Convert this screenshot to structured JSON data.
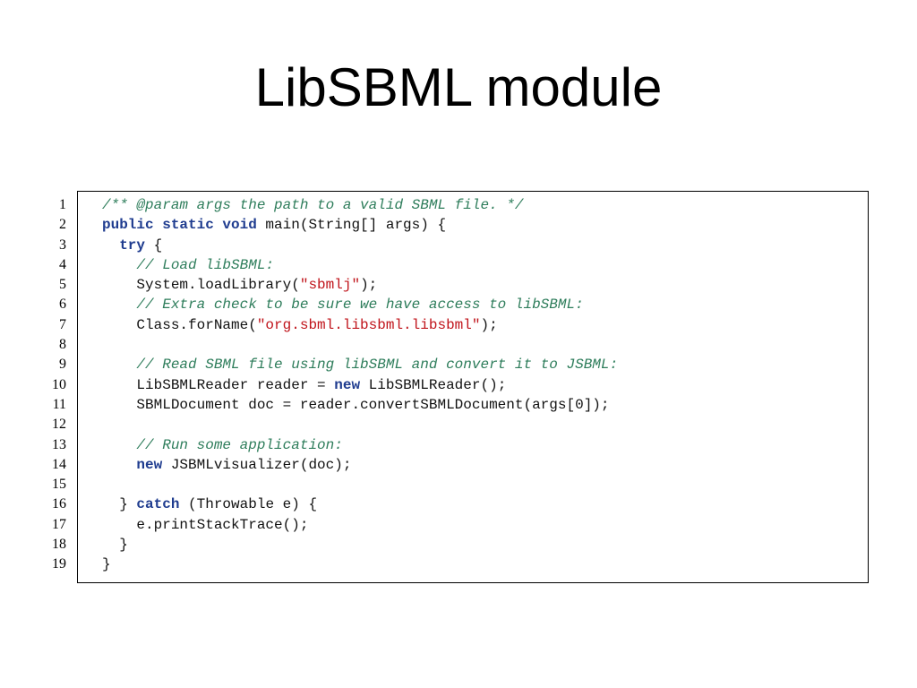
{
  "slide": {
    "title": "LibSBML module"
  },
  "colors": {
    "comment": "#2e7d5b",
    "keyword": "#1f3c8f",
    "string": "#c0141b",
    "plain": "#111111"
  },
  "code": {
    "lines": [
      {
        "number": "1",
        "indent": "",
        "tokens": [
          {
            "type": "comment",
            "text": "/** @param args the path to a valid SBML file. */"
          }
        ]
      },
      {
        "number": "2",
        "indent": "",
        "tokens": [
          {
            "type": "keyword",
            "text": "public static void"
          },
          {
            "type": "plain",
            "text": " main(String[] args) {"
          }
        ]
      },
      {
        "number": "3",
        "indent": "  ",
        "tokens": [
          {
            "type": "keyword",
            "text": "try"
          },
          {
            "type": "plain",
            "text": " {"
          }
        ]
      },
      {
        "number": "4",
        "indent": "    ",
        "tokens": [
          {
            "type": "comment",
            "text": "// Load libSBML:"
          }
        ]
      },
      {
        "number": "5",
        "indent": "    ",
        "tokens": [
          {
            "type": "plain",
            "text": "System.loadLibrary("
          },
          {
            "type": "string",
            "text": "\"sbmlj\""
          },
          {
            "type": "plain",
            "text": ");"
          }
        ]
      },
      {
        "number": "6",
        "indent": "    ",
        "tokens": [
          {
            "type": "comment",
            "text": "// Extra check to be sure we have access to libSBML:"
          }
        ]
      },
      {
        "number": "7",
        "indent": "    ",
        "tokens": [
          {
            "type": "plain",
            "text": "Class.forName("
          },
          {
            "type": "string",
            "text": "\"org.sbml.libsbml.libsbml\""
          },
          {
            "type": "plain",
            "text": ");"
          }
        ]
      },
      {
        "number": "8",
        "indent": "",
        "tokens": []
      },
      {
        "number": "9",
        "indent": "    ",
        "tokens": [
          {
            "type": "comment",
            "text": "// Read SBML file using libSBML and convert it to JSBML:"
          }
        ]
      },
      {
        "number": "10",
        "indent": "    ",
        "tokens": [
          {
            "type": "plain",
            "text": "LibSBMLReader reader = "
          },
          {
            "type": "keyword",
            "text": "new"
          },
          {
            "type": "plain",
            "text": " LibSBMLReader();"
          }
        ]
      },
      {
        "number": "11",
        "indent": "    ",
        "tokens": [
          {
            "type": "plain",
            "text": "SBMLDocument doc = reader.convertSBMLDocument(args[0]);"
          }
        ]
      },
      {
        "number": "12",
        "indent": "",
        "tokens": []
      },
      {
        "number": "13",
        "indent": "    ",
        "tokens": [
          {
            "type": "comment",
            "text": "// Run some application:"
          }
        ]
      },
      {
        "number": "14",
        "indent": "    ",
        "tokens": [
          {
            "type": "keyword",
            "text": "new"
          },
          {
            "type": "plain",
            "text": " JSBMLvisualizer(doc);"
          }
        ]
      },
      {
        "number": "15",
        "indent": "",
        "tokens": []
      },
      {
        "number": "16",
        "indent": "  ",
        "tokens": [
          {
            "type": "plain",
            "text": "} "
          },
          {
            "type": "keyword",
            "text": "catch"
          },
          {
            "type": "plain",
            "text": " (Throwable e) {"
          }
        ]
      },
      {
        "number": "17",
        "indent": "    ",
        "tokens": [
          {
            "type": "plain",
            "text": "e.printStackTrace();"
          }
        ]
      },
      {
        "number": "18",
        "indent": "  ",
        "tokens": [
          {
            "type": "plain",
            "text": "}"
          }
        ]
      },
      {
        "number": "19",
        "indent": "",
        "tokens": [
          {
            "type": "plain",
            "text": "}"
          }
        ]
      }
    ]
  }
}
